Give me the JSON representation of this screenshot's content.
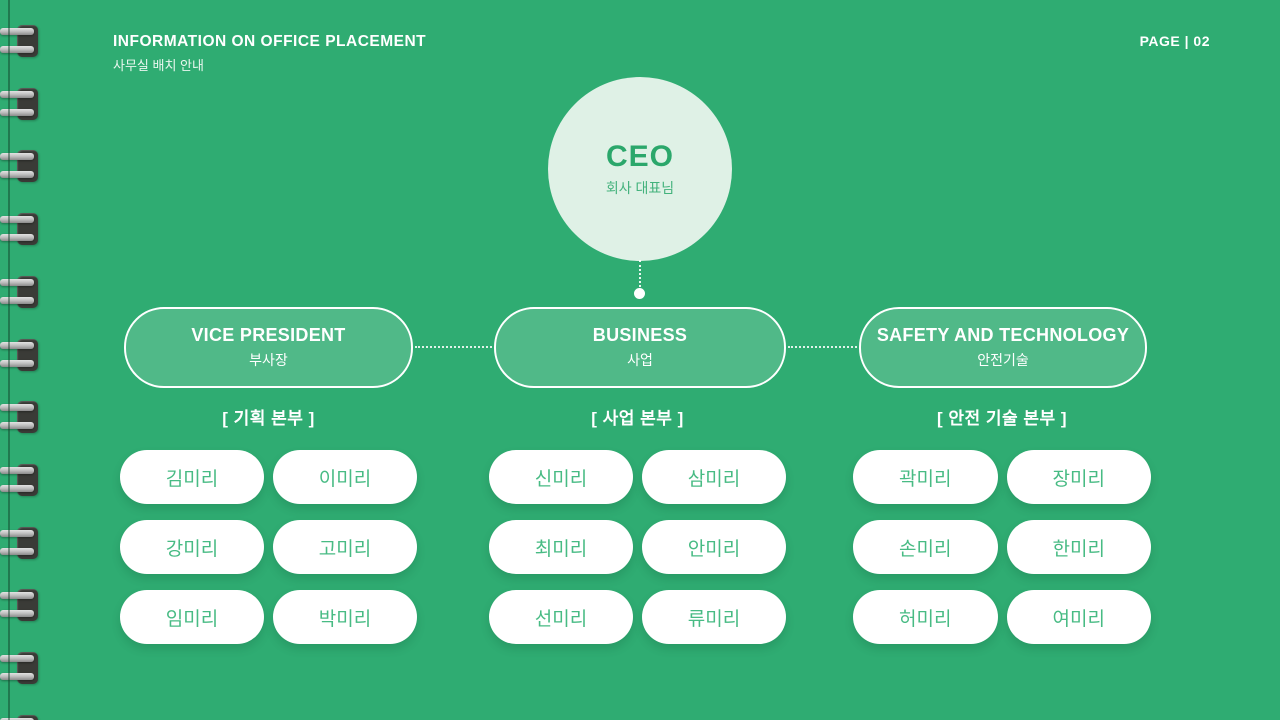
{
  "page": {
    "title": "INFORMATION ON OFFICE PLACEMENT",
    "subtitle": "사무실 배치 안내",
    "page_label": "PAGE | 02"
  },
  "colors": {
    "background": "#2FAC72",
    "ceo_circle_fill": "#DFF1E6",
    "ceo_text": "#2BA76B",
    "chip_text": "#48BB84",
    "box_border": "#FFFFFF",
    "binding_slot": "#3A3B37",
    "binding_ring": "#C2C2C2"
  },
  "ceo": {
    "title": "CEO",
    "subtitle": "회사 대표님"
  },
  "departments": [
    {
      "name": "VICE PRESIDENT",
      "name_kr": "부사장",
      "division_label": "[ 기획 본부 ]",
      "members": [
        "김미리",
        "이미리",
        "강미리",
        "고미리",
        "임미리",
        "박미리"
      ]
    },
    {
      "name": "BUSINESS",
      "name_kr": "사업",
      "division_label": "[ 사업 본부 ]",
      "members": [
        "신미리",
        "삼미리",
        "최미리",
        "안미리",
        "선미리",
        "류미리"
      ]
    },
    {
      "name": "SAFETY AND TECHNOLOGY",
      "name_kr": "안전기술",
      "division_label": "[ 안전 기술 본부 ]",
      "members": [
        "곽미리",
        "장미리",
        "손미리",
        "한미리",
        "허미리",
        "여미리"
      ]
    }
  ]
}
